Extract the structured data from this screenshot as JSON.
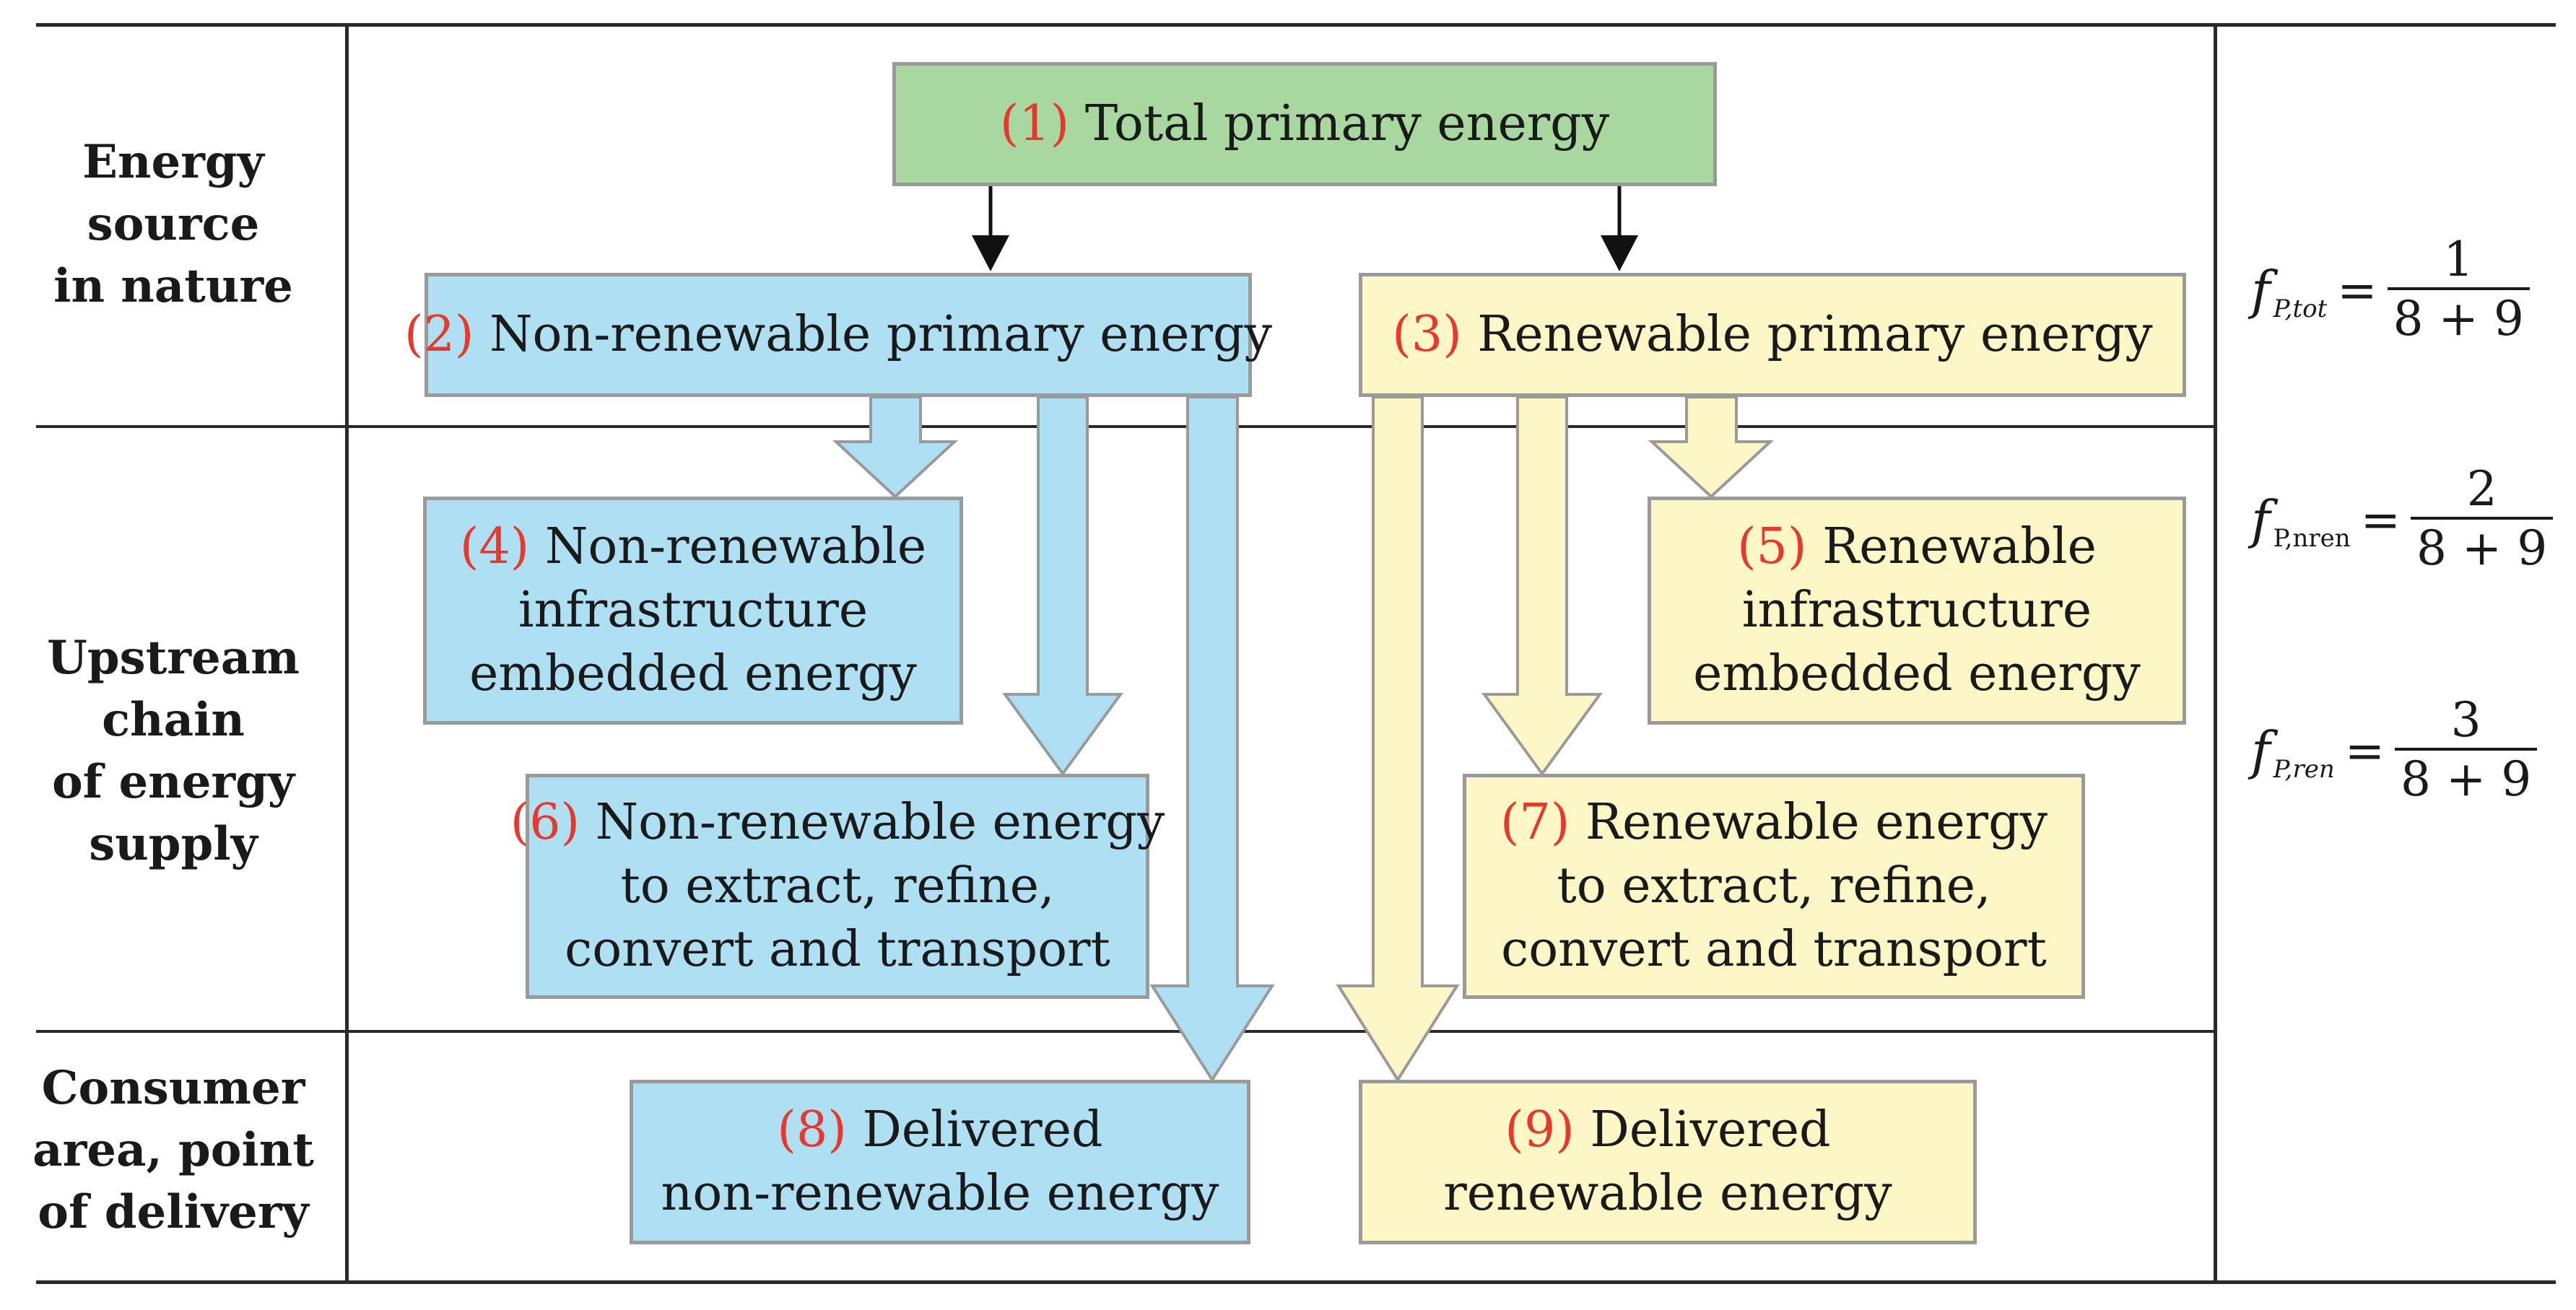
{
  "row_labels": {
    "source": [
      "Energy",
      "source",
      "in nature"
    ],
    "upstream": [
      "Upstream",
      "chain",
      "of energy",
      "supply"
    ],
    "consumer": [
      "Consumer",
      "area, point",
      "of delivery"
    ]
  },
  "boxes": {
    "b1": {
      "num": "(1)",
      "lines": [
        "Total primary energy"
      ]
    },
    "b2": {
      "num": "(2)",
      "lines": [
        "Non-renewable primary energy"
      ]
    },
    "b3": {
      "num": "(3)",
      "lines": [
        "Renewable primary energy"
      ]
    },
    "b4": {
      "num": "(4)",
      "lines": [
        "Non-renewable",
        "infrastructure",
        "embedded energy"
      ]
    },
    "b5": {
      "num": "(5)",
      "lines": [
        "Renewable",
        "infrastructure",
        "embedded energy"
      ]
    },
    "b6": {
      "num": "(6)",
      "lines": [
        "Non-renewable energy",
        "to extract, refine,",
        "convert and transport"
      ]
    },
    "b7": {
      "num": "(7)",
      "lines": [
        "Renewable energy",
        "to extract, refine,",
        "convert and transport"
      ]
    },
    "b8": {
      "num": "(8)",
      "lines": [
        "Delivered",
        "non-renewable energy"
      ]
    },
    "b9": {
      "num": "(9)",
      "lines": [
        "Delivered",
        "renewable energy"
      ]
    }
  },
  "formulas": {
    "tot": {
      "symbol": "f",
      "sub": "P,tot",
      "eq": "=",
      "numerator": "1",
      "denominator": "8 + 9"
    },
    "nren": {
      "symbol": "f",
      "sub": "P,nren",
      "eq": "=",
      "numerator": "2",
      "denominator": "8 + 9"
    },
    "ren": {
      "symbol": "f",
      "sub": "P,ren",
      "eq": "=",
      "numerator": "3",
      "denominator": "8 + 9"
    }
  },
  "colors": {
    "non_renewable": "#aedff2",
    "renewable": "#fdf6c6",
    "total": "#a8d8a0",
    "box_border": "#9a9a9a",
    "number_accent": "#e8382b"
  }
}
